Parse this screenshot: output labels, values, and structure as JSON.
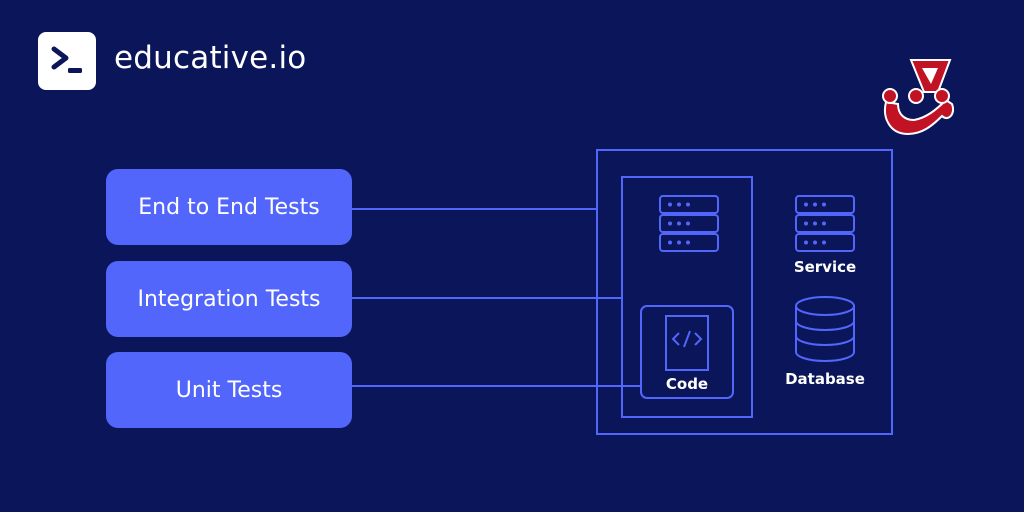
{
  "brand": {
    "name": "educative.io"
  },
  "tests": [
    {
      "label": "End to End Tests"
    },
    {
      "label": "Integration Tests"
    },
    {
      "label": "Unit Tests"
    }
  ],
  "components": {
    "code_label": "Code",
    "service_label": "Service",
    "database_label": "Database"
  },
  "colors": {
    "background": "#0b1559",
    "pill": "#5266fc",
    "line": "#5266fc",
    "jest": "#c21325"
  },
  "icons": [
    "terminal-prompt-icon",
    "jest-logo-icon",
    "server-icon",
    "code-file-icon",
    "database-icon"
  ]
}
